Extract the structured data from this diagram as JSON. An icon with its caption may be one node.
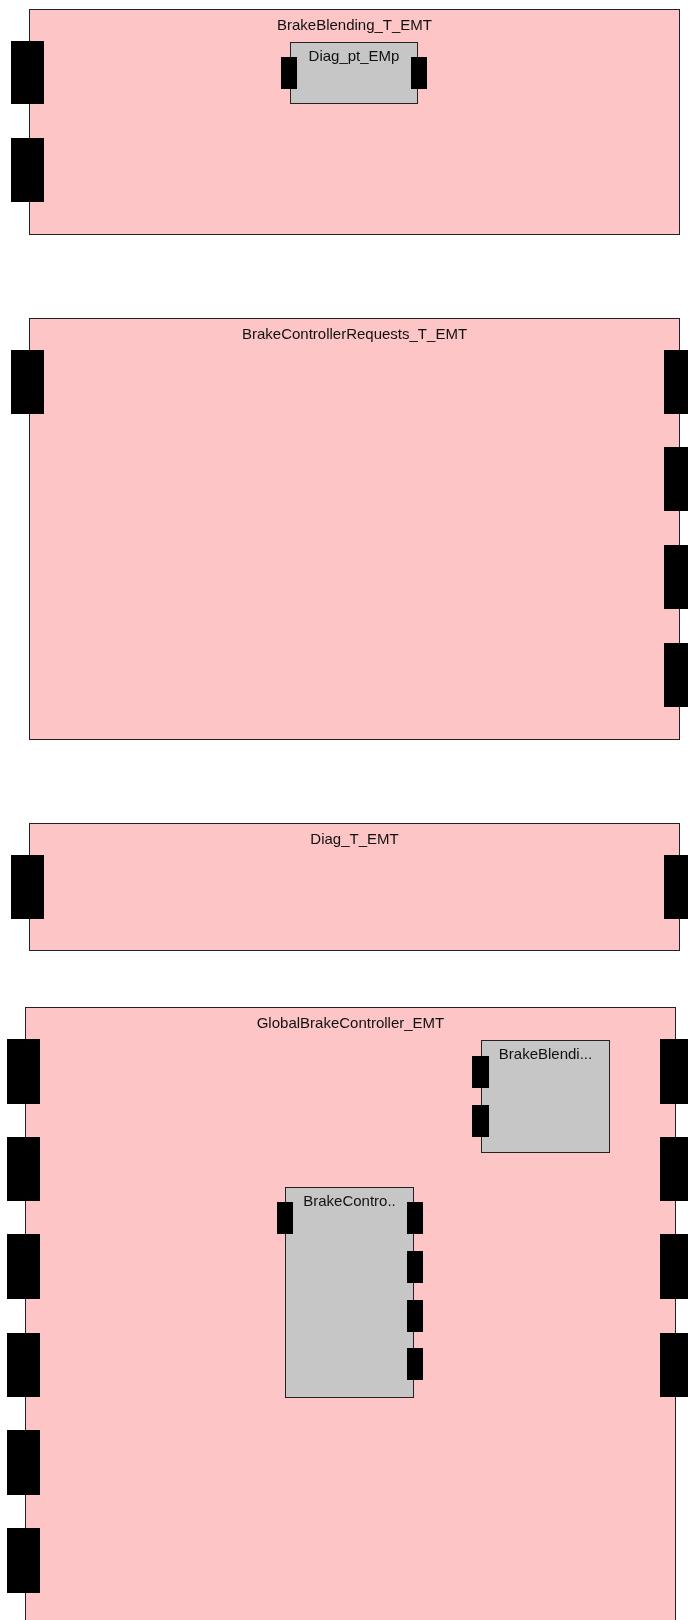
{
  "diagram": {
    "nodes": [
      {
        "text": [
          "BrakeBlending_T_EMT"
        ]
      },
      {
        "text": [
          "Diag_pt_EMp"
        ],
        "in": 0
      },
      {
        "text": [
          "BrakeControllerRequests_T_EMT"
        ]
      },
      {
        "text": [
          "Diag_T_EMT"
        ]
      },
      {
        "text": [
          "GlobalBrakeController_EMT"
        ]
      },
      {
        "text": [
          "BrakeBlendi..."
        ],
        "in": 4
      },
      {
        "text": [
          "BrakeContro.."
        ],
        "in": 4
      }
    ],
    "edges": []
  }
}
